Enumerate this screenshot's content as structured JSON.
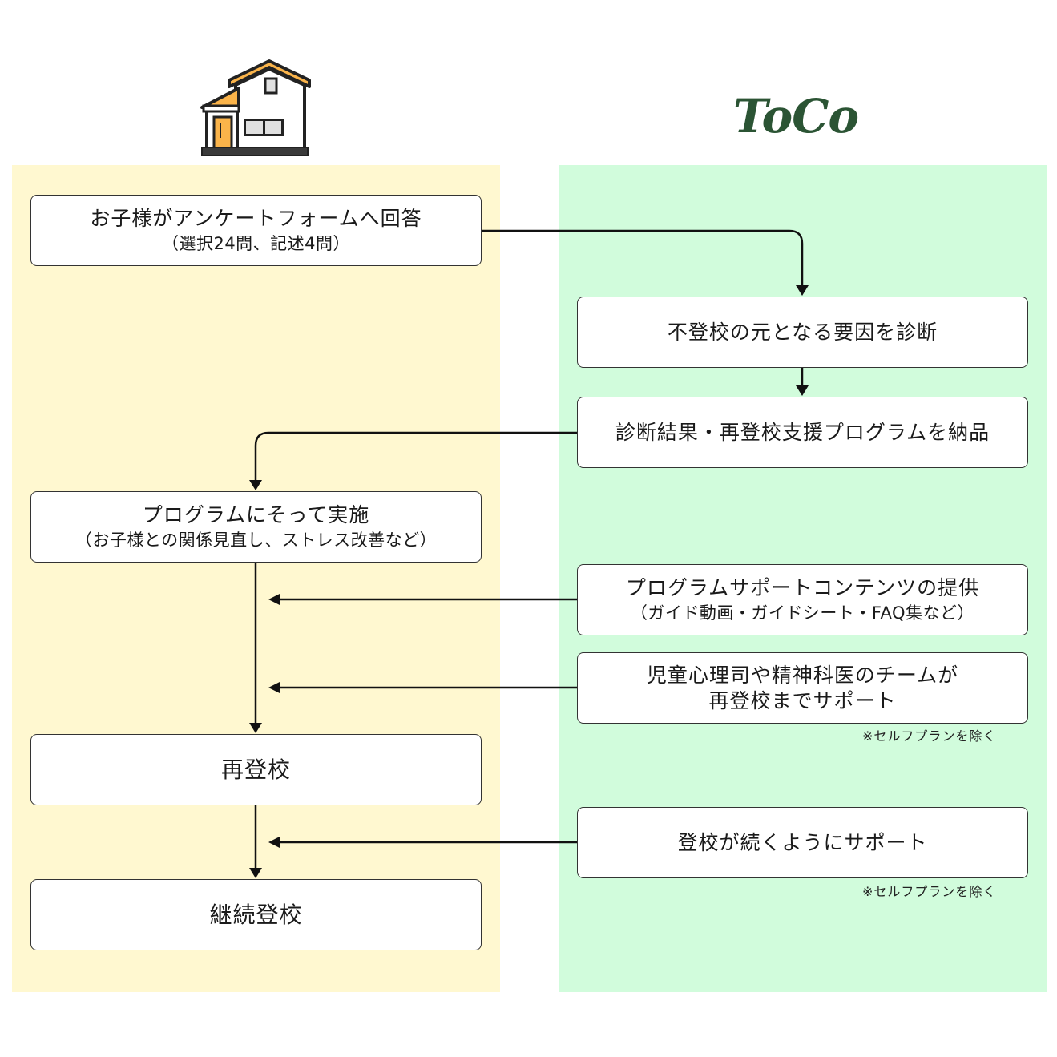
{
  "header": {
    "family_icon": "house-icon",
    "toco_logo": "ToCo"
  },
  "colors": {
    "family_lane": "#fff8d0",
    "toco_lane": "#d1fcdc",
    "logo": "#2b5434",
    "house_accent": "#fbb44a"
  },
  "family_steps": [
    {
      "main": "お子様がアンケートフォームへ回答",
      "sub": "（選択24問、記述4問）"
    },
    {
      "main": "プログラムにそって実施",
      "sub": "（お子様との関係見直し、ストレス改善など）"
    },
    {
      "main": "再登校",
      "sub": ""
    },
    {
      "main": "継続登校",
      "sub": ""
    }
  ],
  "toco_steps": [
    {
      "main": "不登校の元となる要因を診断",
      "sub": ""
    },
    {
      "main": "診断結果・再登校支援プログラムを納品",
      "sub": ""
    },
    {
      "main": "プログラムサポートコンテンツの提供",
      "sub": "（ガイド動画・ガイドシート・FAQ集など）"
    },
    {
      "main": "児童心理司や精神科医のチームが",
      "sub": "再登校までサポート",
      "note": "※セルフプランを除く"
    },
    {
      "main": "登校が続くようにサポート",
      "sub": "",
      "note": "※セルフプランを除く"
    }
  ]
}
